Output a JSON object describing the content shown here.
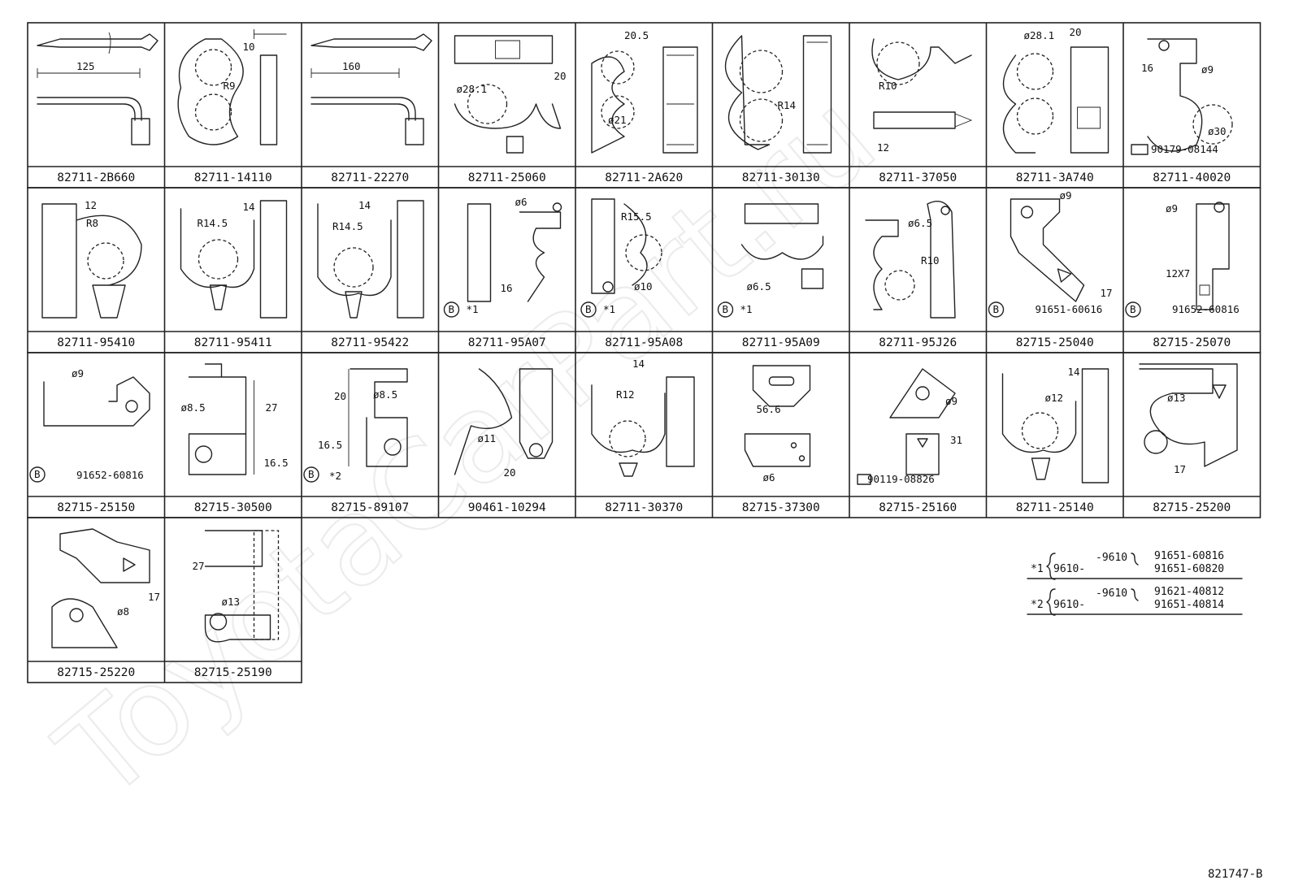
{
  "watermark": "ToyotaCarPart.ru",
  "document_code": "821747-B",
  "footnote_marks": {
    "star1": "*1",
    "star2": "*2",
    "b_symbol": "B"
  },
  "parts": [
    {
      "part_number": "82711-2B660",
      "dims": [
        "125"
      ]
    },
    {
      "part_number": "82711-14110",
      "dims": [
        "10",
        "R9"
      ]
    },
    {
      "part_number": "82711-22270",
      "dims": [
        "160"
      ]
    },
    {
      "part_number": "82711-25060",
      "dims": [
        "ø28.1",
        "20"
      ]
    },
    {
      "part_number": "82711-2A620",
      "dims": [
        "20.5",
        "ø21"
      ]
    },
    {
      "part_number": "82711-30130",
      "dims": [
        "R14"
      ]
    },
    {
      "part_number": "82711-37050",
      "dims": [
        "R10",
        "12"
      ]
    },
    {
      "part_number": "82711-3A740",
      "dims": [
        "ø28.1",
        "20"
      ]
    },
    {
      "part_number": "82711-40020",
      "dims": [
        "16",
        "ø9",
        "ø30",
        "90179-08144"
      ]
    },
    {
      "part_number": "82711-95410",
      "dims": [
        "12",
        "R8"
      ]
    },
    {
      "part_number": "82711-95411",
      "dims": [
        "R14.5",
        "14"
      ]
    },
    {
      "part_number": "82711-95422",
      "dims": [
        "14",
        "R14.5"
      ]
    },
    {
      "part_number": "82711-95A07",
      "dims": [
        "ø6",
        "16",
        "*1"
      ]
    },
    {
      "part_number": "82711-95A08",
      "dims": [
        "R15.5",
        "ø10",
        "*1"
      ]
    },
    {
      "part_number": "82711-95A09",
      "dims": [
        "ø6.5",
        "*1"
      ]
    },
    {
      "part_number": "82711-95J26",
      "dims": [
        "ø6.5",
        "R10"
      ]
    },
    {
      "part_number": "82715-25040",
      "dims": [
        "ø9",
        "17",
        "91651-60616"
      ]
    },
    {
      "part_number": "82715-25070",
      "dims": [
        "ø9",
        "12X7",
        "91652-60816"
      ]
    },
    {
      "part_number": "82715-25150",
      "dims": [
        "ø9",
        "91652-60816"
      ]
    },
    {
      "part_number": "82715-30500",
      "dims": [
        "ø8.5",
        "27",
        "16.5"
      ]
    },
    {
      "part_number": "82715-89107",
      "dims": [
        "20",
        "ø8.5",
        "16.5",
        "*2"
      ]
    },
    {
      "part_number": "90461-10294",
      "dims": [
        "ø11",
        "20"
      ]
    },
    {
      "part_number": "82711-30370",
      "dims": [
        "14",
        "R12"
      ]
    },
    {
      "part_number": "82715-37300",
      "dims": [
        "56.6",
        "ø6"
      ]
    },
    {
      "part_number": "82715-25160",
      "dims": [
        "ø9",
        "31",
        "90119-08826"
      ]
    },
    {
      "part_number": "82711-25140",
      "dims": [
        "14",
        "ø12"
      ]
    },
    {
      "part_number": "82715-25200",
      "dims": [
        "ø13",
        "17"
      ]
    },
    {
      "part_number": "82715-25220",
      "dims": [
        "17",
        "ø8"
      ]
    },
    {
      "part_number": "82715-25190",
      "dims": [
        "27",
        "ø13"
      ]
    }
  ],
  "notes": [
    {
      "mark": "*1",
      "range_a": "-9610",
      "range_b": "9610-",
      "part_a": "91651-60816",
      "part_b": "91651-60820"
    },
    {
      "mark": "*2",
      "range_a": "-9610",
      "range_b": "9610-",
      "part_a": "91621-40812",
      "part_b": "91651-40814"
    }
  ]
}
